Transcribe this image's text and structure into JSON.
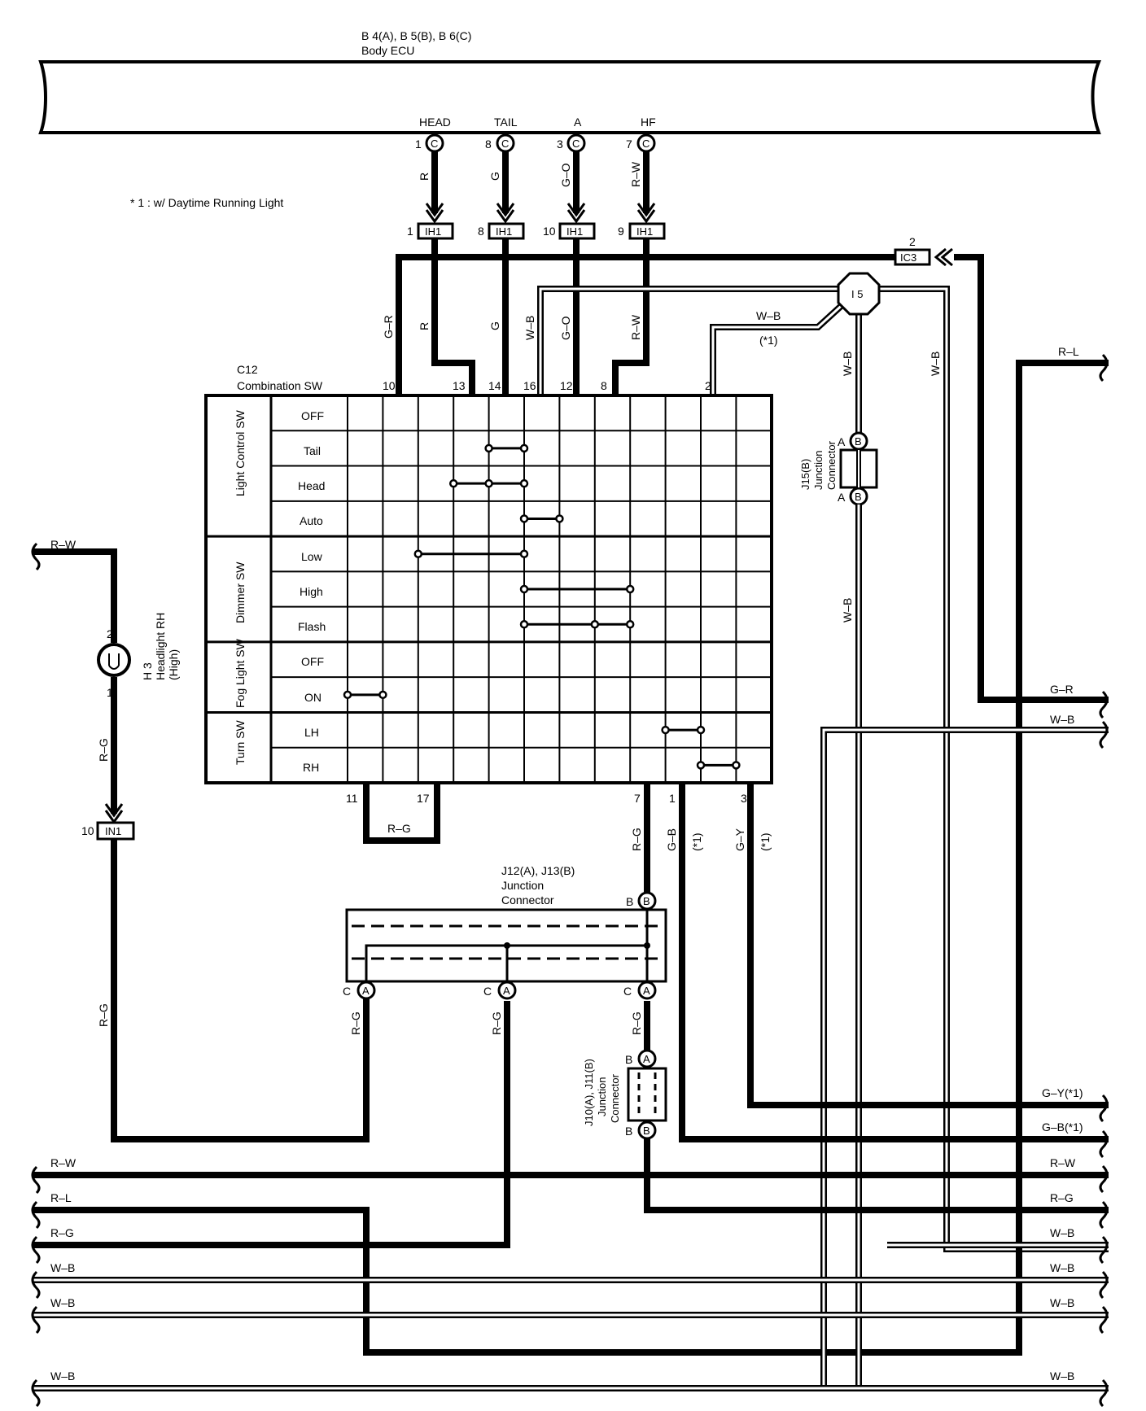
{
  "ecu": {
    "ref": "B 4(A), B 5(B), B 6(C)",
    "name": "Body ECU",
    "terminals": [
      {
        "name": "HEAD",
        "pin": "1",
        "conn": "C",
        "wire": "R"
      },
      {
        "name": "TAIL",
        "pin": "8",
        "conn": "C",
        "wire": "G"
      },
      {
        "name": "A",
        "pin": "3",
        "conn": "C",
        "wire": "G–O"
      },
      {
        "name": "HF",
        "pin": "7",
        "conn": "C",
        "wire": "R–W"
      }
    ]
  },
  "note": "* 1 : w/ Daytime Running Light",
  "ih1": {
    "label": "IH1",
    "pins": [
      "1",
      "8",
      "10",
      "9"
    ]
  },
  "ic3": {
    "label": "IC3",
    "pin": "2"
  },
  "i5": {
    "label": "I 5"
  },
  "upper_wires": {
    "gr": "G–R",
    "r": "R",
    "g": "G",
    "wb": "W–B",
    "go": "G–O",
    "rw": "R–W",
    "wb_top": "W–B",
    "star1": "(*1)",
    "wb_v1": "W–B",
    "wb_v2": "W–B",
    "rl": "R–L"
  },
  "combo": {
    "ref": "C12",
    "name": "Combination SW",
    "top_pins": [
      "10",
      "13",
      "14",
      "16",
      "12",
      "8",
      "2"
    ],
    "bottom_pins": [
      "11",
      "17",
      "7",
      "1",
      "3"
    ],
    "groups": [
      {
        "name": "Light Control SW",
        "rows": [
          "OFF",
          "Tail",
          "Head",
          "Auto"
        ]
      },
      {
        "name": "Dimmer SW",
        "rows": [
          "Low",
          "High",
          "Flash"
        ]
      },
      {
        "name": "Fog Light SW",
        "rows": [
          "OFF",
          "ON"
        ]
      },
      {
        "name": "Turn SW",
        "rows": [
          "LH",
          "RH"
        ]
      }
    ]
  },
  "j15": {
    "ref": "J15(B)",
    "name": "Junction Connector",
    "pin_top": "A",
    "pin_bottom": "A",
    "conn": "B"
  },
  "headlight": {
    "ref": "H 3",
    "name": "Headlight RH",
    "sub": "(High)",
    "pin_top": "2",
    "pin_bottom": "1"
  },
  "in1": {
    "label": "IN1",
    "pin": "10"
  },
  "left_wires": {
    "rw": "R–W",
    "rg1": "R–G",
    "rg2": "R–G"
  },
  "lower_wires": {
    "rg_loop": "R–G",
    "rg7": "R–G",
    "gb": "G–B",
    "star_gb": "(*1)",
    "gy": "G–Y",
    "star_gy": "(*1)",
    "wb_mid": "W–B"
  },
  "j12": {
    "ref": "J12(A), J13(B)",
    "name1": "Junction",
    "name2": "Connector",
    "pinB": "B",
    "connB": "B",
    "pinsC": [
      "C",
      "C",
      "C"
    ],
    "connA": "A"
  },
  "j10": {
    "ref": "J10(A), J11(B)",
    "name": "Junction Connector",
    "pinB": "B",
    "connA": "A",
    "connB": "B"
  },
  "jwires": {
    "rg_a": "R–G",
    "rg_b": "R–G",
    "rg_c": "R–G"
  },
  "right_labels": [
    "R–L",
    "G–R",
    "W–B",
    "G–Y(*1)",
    "G–B(*1)",
    "R–W",
    "R–G",
    "W–B",
    "W–B",
    "W–B",
    "W–B"
  ],
  "left_labels": [
    "R–W",
    "R–L",
    "R–G",
    "W–B",
    "W–B",
    "W–B"
  ]
}
